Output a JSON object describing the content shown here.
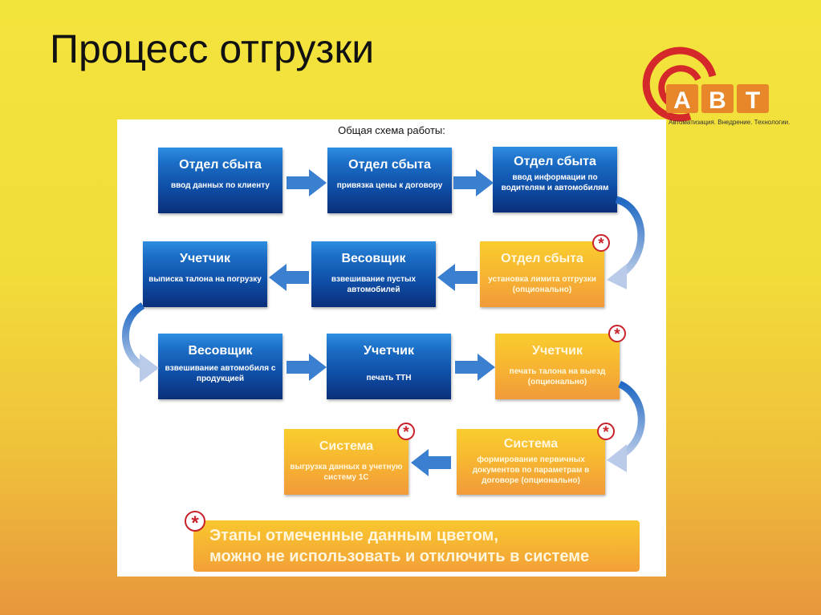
{
  "slide": {
    "title": "Процесс отгрузки"
  },
  "logo": {
    "letters": [
      "А",
      "В",
      "Т"
    ],
    "tagline": "Автоматизация. Внедрение. Технологии."
  },
  "diagram": {
    "subtitle": "Общая схема работы:",
    "optional_mark": "*",
    "steps": [
      {
        "role": "Отдел сбыта",
        "desc": "ввод данных по клиенту",
        "optional": false
      },
      {
        "role": "Отдел сбыта",
        "desc": "привязка цены к договору",
        "optional": false
      },
      {
        "role": "Отдел сбыта",
        "desc": "ввод информации по водителям и автомобилям",
        "optional": false
      },
      {
        "role": "Отдел сбыта",
        "desc": "установка лимита отгрузки (опционально)",
        "optional": true
      },
      {
        "role": "Весовщик",
        "desc": "взвешивание пустых автомобилей",
        "optional": false
      },
      {
        "role": "Учетчик",
        "desc": "выписка талона на погрузку",
        "optional": false
      },
      {
        "role": "Весовщик",
        "desc": "взвешивание автомобиля с продукцией",
        "optional": false
      },
      {
        "role": "Учетчик",
        "desc": "печать ТТН",
        "optional": false
      },
      {
        "role": "Учетчик",
        "desc": "печать талона на выезд (опционально)",
        "optional": true
      },
      {
        "role": "Система",
        "desc": "формирование первичных документов по параметрам в договоре (опционально)",
        "optional": true
      },
      {
        "role": "Система",
        "desc": "выгрузка данных в учетную систему 1С",
        "optional": true
      }
    ],
    "legend": {
      "line1": "Этапы отмеченные данным цветом,",
      "line2": "можно не использовать и отключить в системе"
    }
  },
  "colors": {
    "blue": "#0f4fa8",
    "orange": "#f7b531",
    "mark": "#c8222a"
  }
}
